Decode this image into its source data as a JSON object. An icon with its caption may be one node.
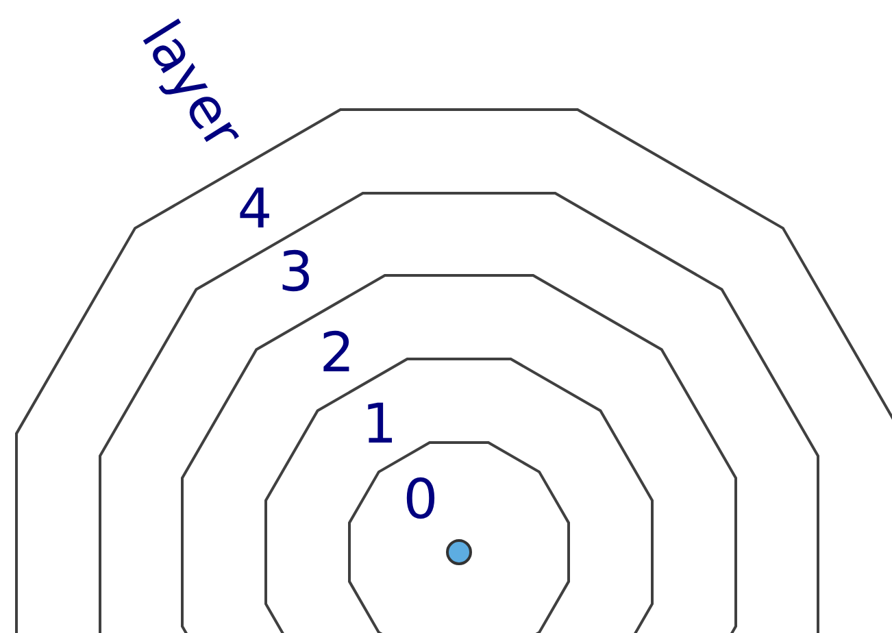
{
  "diagram": {
    "labels": [
      "layer",
      "4",
      "3",
      "2",
      "1",
      "0"
    ]
  }
}
